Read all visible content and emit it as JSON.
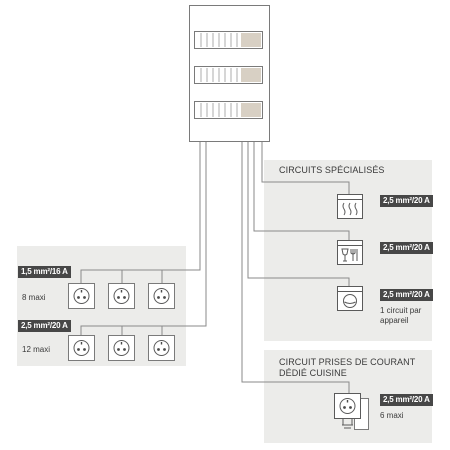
{
  "left_group": {
    "circuit_1": {
      "section_label": "1,5 mm²/16 A",
      "max": "8 maxi"
    },
    "circuit_2": {
      "section_label": "2,5 mm²/20 A",
      "max": "12 maxi"
    }
  },
  "specialized": {
    "title": "CIRCUITS SPÉCIALISÉS",
    "items": [
      {
        "section_label": "2,5 mm²/20 A",
        "icon": "oven-icon"
      },
      {
        "section_label": "2,5 mm²/20 A",
        "icon": "dishwasher-icon"
      },
      {
        "section_label": "2,5 mm²/20 A",
        "icon": "washing-machine-icon"
      }
    ],
    "note": "1 circuit par appareil"
  },
  "kitchen": {
    "title_line1": "CIRCUIT PRISES DE COURANT",
    "title_line2": "DÉDIÉ CUISINE",
    "section_label": "2,5 mm²/20 A",
    "max": "6 maxi"
  },
  "colors": {
    "panel_bg": "#ececea",
    "tag_bg": "#474747",
    "line": "#8a8a8a",
    "breaker_handle": "#d8d0c4"
  }
}
